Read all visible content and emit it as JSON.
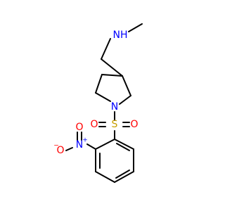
{
  "molecule": {
    "atoms": {
      "amine_nitrogen": {
        "symbol": "N",
        "hydrogen": "H",
        "color": "#0000ff"
      },
      "ring_nitrogen": {
        "symbol": "N",
        "color": "#0000ff"
      },
      "sulfur": {
        "symbol": "S",
        "color": "#c8a000"
      },
      "sulfonyl_oxygen_left": {
        "symbol": "O",
        "color": "#ff0000"
      },
      "sulfonyl_oxygen_right": {
        "symbol": "O",
        "color": "#ff0000"
      },
      "nitro_nitrogen": {
        "symbol": "N",
        "charge": "+",
        "color": "#0000ff"
      },
      "nitro_oxygen_top": {
        "symbol": "O",
        "color": "#ff0000"
      },
      "nitro_oxygen_left": {
        "symbol": "O",
        "charge": "−",
        "color": "#ff0000"
      }
    }
  }
}
